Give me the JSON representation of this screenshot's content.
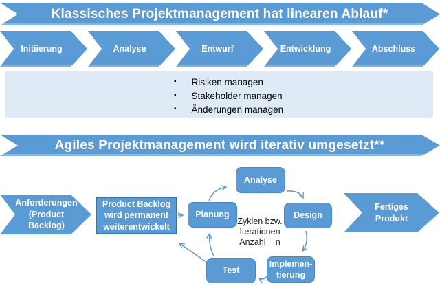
{
  "classic": {
    "banner": "Klassisches Projektmanagement hat linearen Ablauf*",
    "phases": [
      "Initiierung",
      "Analyse",
      "Entwurf",
      "Entwicklung",
      "Abschluss"
    ],
    "tasks": [
      "Risiken managen",
      "Stakeholder managen",
      "Änderungen managen"
    ]
  },
  "agile": {
    "banner": "Agiles Projektmanagement wird iterativ umgesetzt**",
    "input_label": "Anforderungen (Product Backlog)",
    "backlog_label": "Product Backlog wird permanent weiterentwickelt",
    "steps": {
      "planung": "Planung",
      "analyse": "Analyse",
      "design": "Design",
      "implementierung": "Implemen-\ntierung",
      "test": "Test"
    },
    "cycle_note": "Zyklen bzw. Iterationen Anzahl = n",
    "output_label": "Fertiges Produkt"
  },
  "colors": {
    "primary_blue": "#5b9bd5",
    "dark_border": "#41719c",
    "box_border": "#4a87c7",
    "light_panel": "#deeaf6",
    "arrow_blue": "#5b9bd5",
    "text_dark": "#1f1f1f",
    "text_light": "#ffffff"
  }
}
